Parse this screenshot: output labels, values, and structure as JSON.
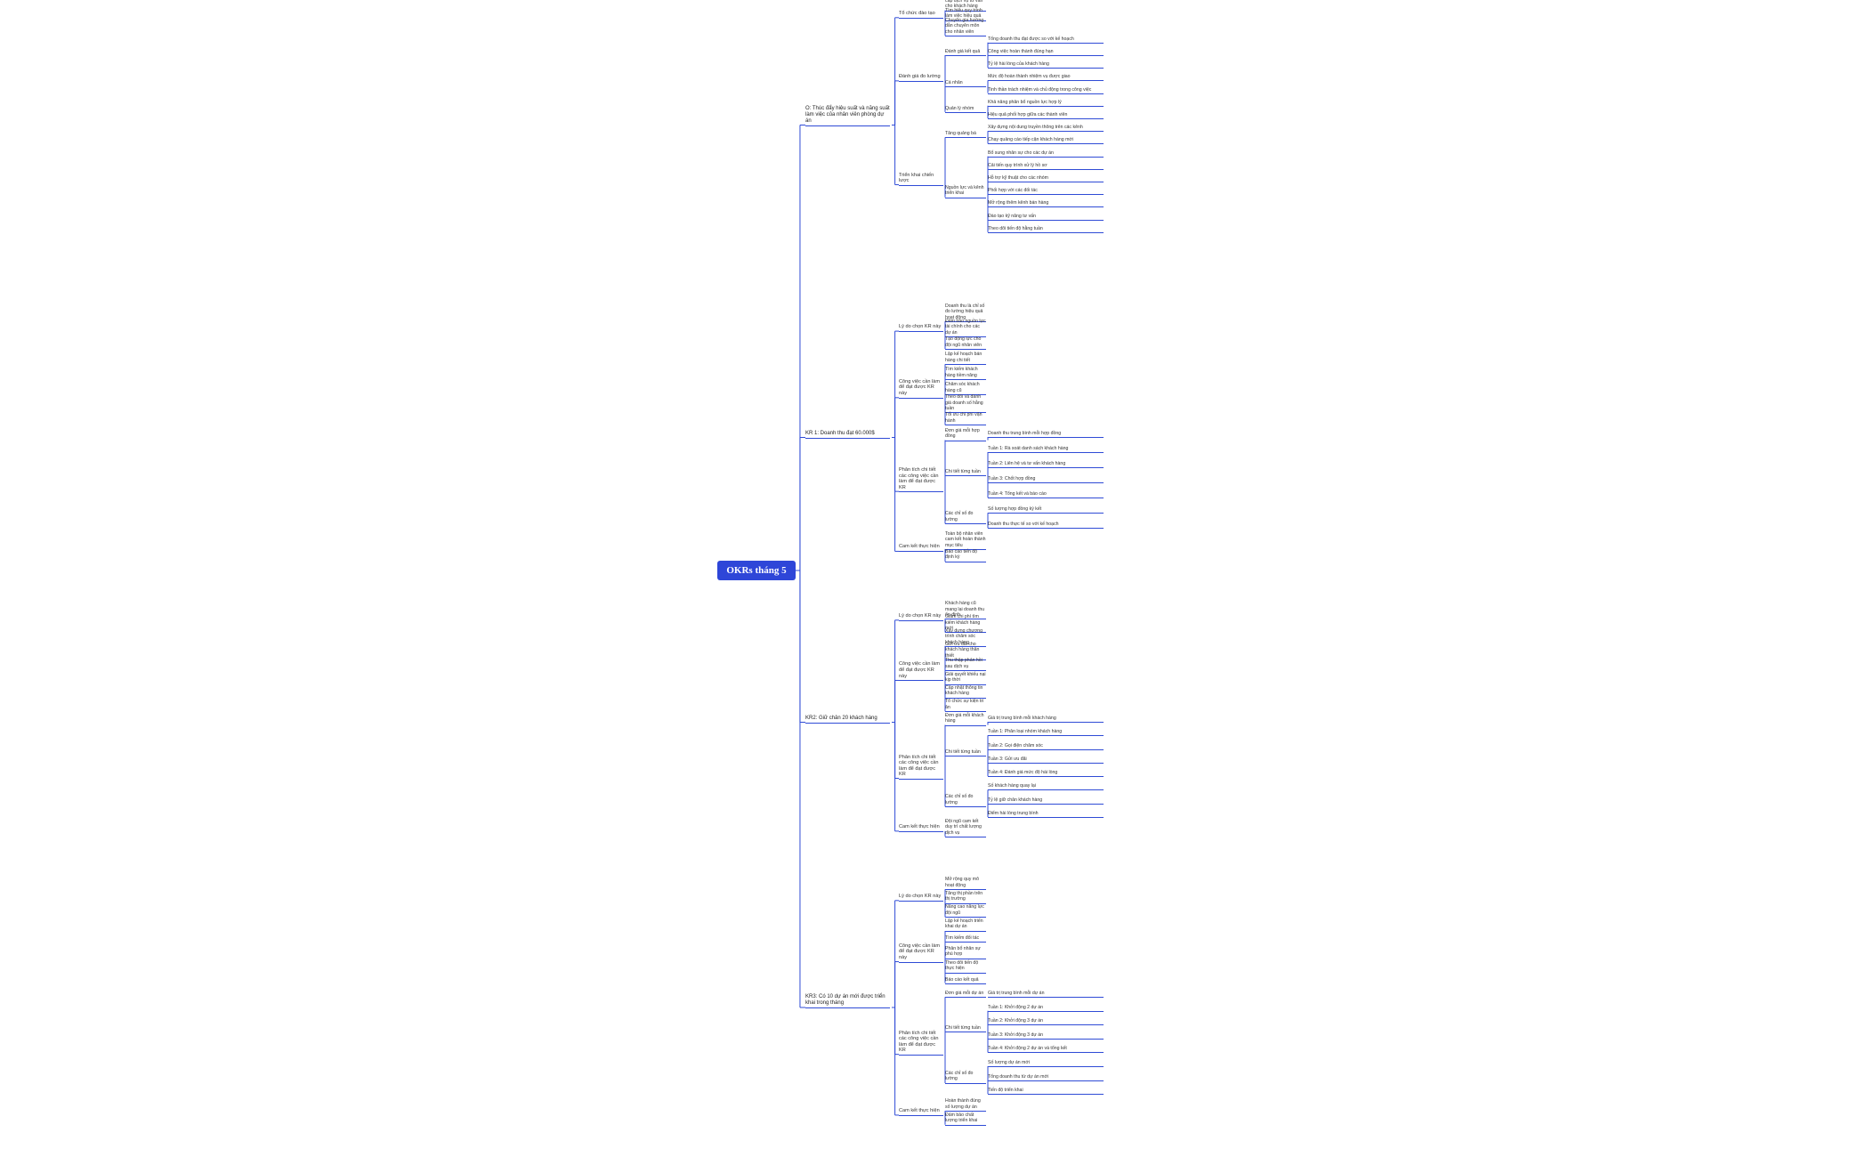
{
  "root": {
    "label": "OKRs tháng 5"
  },
  "branches": [
    {
      "label": "O: Thúc đẩy hiệu suất và năng suất làm việc của nhân viên phòng dự án",
      "children": [
        {
          "label": "Tổ chức đào tạo",
          "children": [
            {
              "label": "Dự án đang cung cấp dịch vụ tư vấn cho khách hàng"
            },
            {
              "label": "Tìm hiểu quy trình làm việc hiệu quả"
            },
            {
              "label": "Chuyên gia hướng dẫn chuyên môn cho nhân viên"
            }
          ]
        },
        {
          "label": "Đánh giá đo lường",
          "children": [
            {
              "label": "Đánh giá kết quả",
              "children": [
                {
                  "label": "Tổng doanh thu đạt được so với kế hoạch"
                },
                {
                  "label": "Công việc hoàn thành đúng hạn"
                },
                {
                  "label": "Tỷ lệ hài lòng của khách hàng"
                }
              ]
            },
            {
              "label": "Cá nhân",
              "children": [
                {
                  "label": "Mức độ hoàn thành nhiệm vụ được giao"
                },
                {
                  "label": "Tinh thần trách nhiệm và chủ động trong công việc"
                }
              ]
            },
            {
              "label": "Quản lý nhóm",
              "children": [
                {
                  "label": "Khả năng phân bổ nguồn lực hợp lý"
                },
                {
                  "label": "Hiệu quả phối hợp giữa các thành viên"
                }
              ]
            }
          ]
        },
        {
          "label": "Triển khai chiến lược",
          "children": [
            {
              "label": "Tăng quảng bá",
              "children": [
                {
                  "label": "Xây dựng nội dung truyền thông trên các kênh"
                },
                {
                  "label": "Chạy quảng cáo tiếp cận khách hàng mới"
                }
              ]
            },
            {
              "label": "Nguồn lực và kênh triển khai",
              "children": [
                {
                  "label": "Bổ sung nhân sự cho các dự án"
                },
                {
                  "label": "Cải tiến quy trình xử lý hồ sơ"
                },
                {
                  "label": "Hỗ trợ kỹ thuật cho các nhóm"
                },
                {
                  "label": "Phối hợp với các đối tác"
                },
                {
                  "label": "Mở rộng thêm kênh bán hàng"
                },
                {
                  "label": "Đào tạo kỹ năng tư vấn"
                },
                {
                  "label": "Theo dõi tiến độ hằng tuần"
                }
              ]
            }
          ]
        }
      ]
    },
    {
      "label": "KR 1: Doanh thu đạt 60.000$",
      "children": [
        {
          "label": "Lý do chọn KR này",
          "children": [
            {
              "label": "Doanh thu là chỉ số đo lường hiệu quả hoạt động"
            },
            {
              "label": "Đảm bảo nguồn lực tài chính cho các dự án"
            },
            {
              "label": "Tạo động lực cho đội ngũ nhân viên"
            }
          ]
        },
        {
          "label": "Công việc cần làm để đạt được KR này",
          "children": [
            {
              "label": "Lập kế hoạch bán hàng chi tiết"
            },
            {
              "label": "Tìm kiếm khách hàng tiềm năng"
            },
            {
              "label": "Chăm sóc khách hàng cũ"
            },
            {
              "label": "Theo dõi và đánh giá doanh số hằng tuần"
            },
            {
              "label": "Tối ưu chi phí vận hành"
            }
          ]
        },
        {
          "label": "Phân tích chi tiết các công việc cần làm để đạt được KR",
          "children": [
            {
              "label": "Đơn giá mỗi hợp đồng",
              "children": [
                {
                  "label": "Doanh thu trung bình mỗi hợp đồng"
                }
              ]
            },
            {
              "label": "Chi tiết từng tuần",
              "children": [
                {
                  "label": "Tuần 1: Rà soát danh sách khách hàng"
                },
                {
                  "label": "Tuần 2: Liên hệ và tư vấn khách hàng"
                },
                {
                  "label": "Tuần 3: Chốt hợp đồng"
                },
                {
                  "label": "Tuần 4: Tổng kết và báo cáo"
                }
              ]
            },
            {
              "label": "Các chỉ số đo lường",
              "children": [
                {
                  "label": "Số lượng hợp đồng ký kết"
                },
                {
                  "label": "Doanh thu thực tế so với kế hoạch"
                }
              ]
            }
          ]
        },
        {
          "label": "Cam kết thực hiện",
          "children": [
            {
              "label": "Toàn bộ nhân viên cam kết hoàn thành mục tiêu"
            },
            {
              "label": "Báo cáo tiến độ định kỳ"
            }
          ]
        }
      ]
    },
    {
      "label": "KR2: Giữ chân 20 khách hàng",
      "children": [
        {
          "label": "Lý do chọn KR này",
          "children": [
            {
              "label": "Khách hàng cũ mang lại doanh thu ổn định"
            },
            {
              "label": "Giảm chi phí tìm kiếm khách hàng mới"
            }
          ]
        },
        {
          "label": "Công việc cần làm để đạt được KR này",
          "children": [
            {
              "label": "Xây dựng chương trình chăm sóc khách hàng"
            },
            {
              "label": "Gửi ưu đãi cho khách hàng thân thiết"
            },
            {
              "label": "Thu thập phản hồi sau dịch vụ"
            },
            {
              "label": "Giải quyết khiếu nại kịp thời"
            },
            {
              "label": "Cập nhật thông tin khách hàng"
            },
            {
              "label": "Tổ chức sự kiện tri ân"
            }
          ]
        },
        {
          "label": "Phân tích chi tiết các công việc cần làm để đạt được KR",
          "children": [
            {
              "label": "Đơn giá mỗi khách hàng",
              "children": [
                {
                  "label": "Giá trị trung bình mỗi khách hàng"
                }
              ]
            },
            {
              "label": "Chi tiết từng tuần",
              "children": [
                {
                  "label": "Tuần 1: Phân loại nhóm khách hàng"
                },
                {
                  "label": "Tuần 2: Gọi điện chăm sóc"
                },
                {
                  "label": "Tuần 3: Gửi ưu đãi"
                },
                {
                  "label": "Tuần 4: Đánh giá mức độ hài lòng"
                }
              ]
            },
            {
              "label": "Các chỉ số đo lường",
              "children": [
                {
                  "label": "Số khách hàng quay lại"
                },
                {
                  "label": "Tỷ lệ giữ chân khách hàng"
                },
                {
                  "label": "Điểm hài lòng trung bình"
                }
              ]
            }
          ]
        },
        {
          "label": "Cam kết thực hiện",
          "children": [
            {
              "label": "Đội ngũ cam kết duy trì chất lượng dịch vụ"
            }
          ]
        }
      ]
    },
    {
      "label": "KR3: Có 10 dự án mới được triển khai trong tháng",
      "children": [
        {
          "label": "Lý do chọn KR này",
          "children": [
            {
              "label": "Mở rộng quy mô hoạt động"
            },
            {
              "label": "Tăng thị phần trên thị trường"
            },
            {
              "label": "Nâng cao năng lực đội ngũ"
            }
          ]
        },
        {
          "label": "Công việc cần làm để đạt được KR này",
          "children": [
            {
              "label": "Lập kế hoạch triển khai dự án"
            },
            {
              "label": "Tìm kiếm đối tác"
            },
            {
              "label": "Phân bổ nhân sự phù hợp"
            },
            {
              "label": "Theo dõi tiến độ thực hiện"
            },
            {
              "label": "Báo cáo kết quả"
            }
          ]
        },
        {
          "label": "Phân tích chi tiết các công việc cần làm để đạt được KR",
          "children": [
            {
              "label": "Đơn giá mỗi dự án",
              "children": [
                {
                  "label": "Giá trị trung bình mỗi dự án"
                }
              ]
            },
            {
              "label": "Chi tiết từng tuần",
              "children": [
                {
                  "label": "Tuần 1: Khởi động 2 dự án"
                },
                {
                  "label": "Tuần 2: Khởi động 3 dự án"
                },
                {
                  "label": "Tuần 3: Khởi động 3 dự án"
                },
                {
                  "label": "Tuần 4: Khởi động 2 dự án và tổng kết"
                }
              ]
            },
            {
              "label": "Các chỉ số đo lường",
              "children": [
                {
                  "label": "Số lượng dự án mới"
                },
                {
                  "label": "Tổng doanh thu từ dự án mới"
                },
                {
                  "label": "Tiến độ triển khai"
                }
              ]
            }
          ]
        },
        {
          "label": "Cam kết thực hiện",
          "children": [
            {
              "label": "Hoàn thành đúng số lượng dự án"
            },
            {
              "label": "Đảm bảo chất lượng triển khai"
            }
          ]
        }
      ]
    }
  ],
  "colors": {
    "root_bg": "#2e46d8",
    "connector": "#2f4bd6",
    "text": "#333333"
  }
}
